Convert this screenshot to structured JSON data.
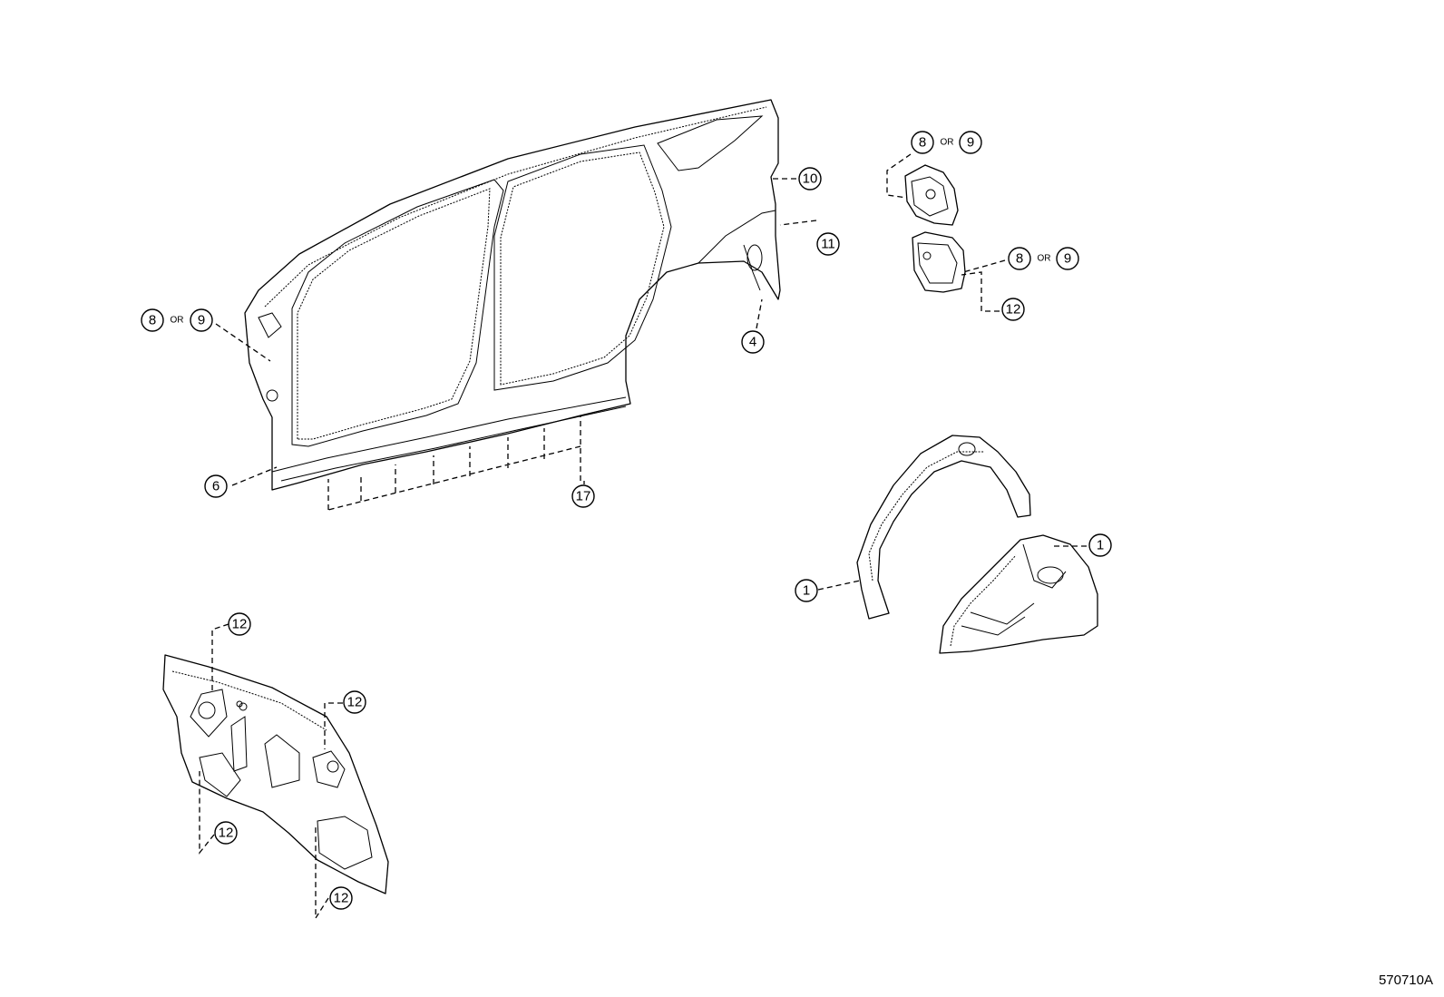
{
  "diagram_code": "570710A",
  "or_label": "OR",
  "callouts": {
    "c_8a": "8",
    "c_9a": "9",
    "c_10": "10",
    "c_11": "11",
    "c_8b": "8",
    "c_9b": "9",
    "c_12a": "12",
    "c_4": "4",
    "c_8c": "8",
    "c_9c": "9",
    "c_6": "6",
    "c_17": "17",
    "c_1a": "1",
    "c_1b": "1",
    "c_12b": "12",
    "c_12c": "12",
    "c_12d": "12",
    "c_12e": "12"
  }
}
